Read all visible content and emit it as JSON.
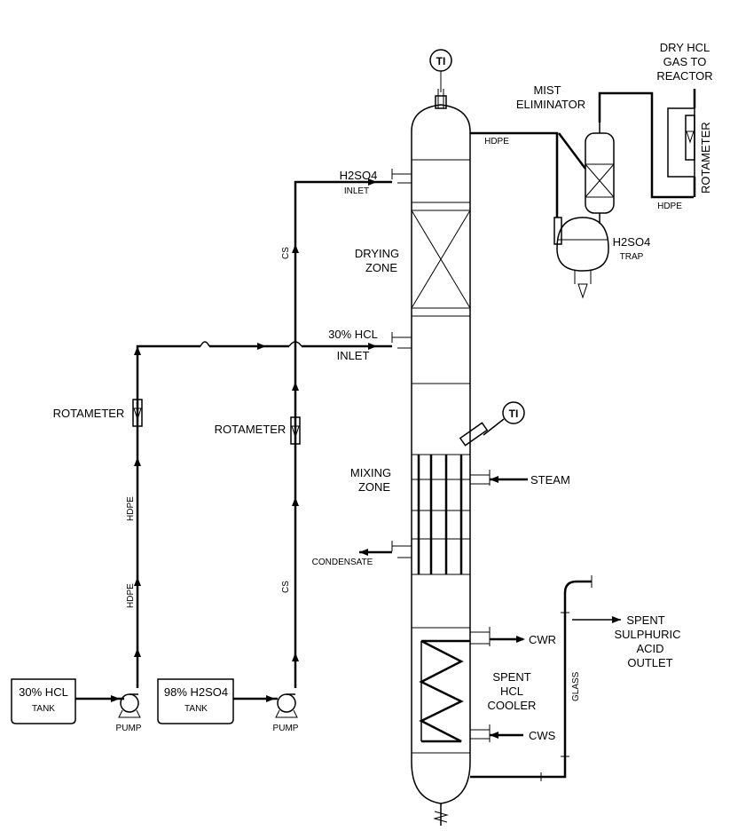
{
  "labels": {
    "ti_top": "TI",
    "ti_mid": "TI",
    "dry_gas_1": "DRY HCL",
    "dry_gas_2": "GAS TO",
    "dry_gas_3": "REACTOR",
    "mist_1": "MIST",
    "mist_2": "ELIMINATOR",
    "rotameter_right": "ROTAMETER",
    "hdpe_top": "HDPE",
    "hdpe_right": "HDPE",
    "h2so4_inlet_main": "H2SO4",
    "h2so4_inlet_sub": "INLET",
    "trap_main": "H2SO4",
    "trap_sub": "TRAP",
    "cs_upper": "CS",
    "cs_lower": "CS",
    "drying_1": "DRYING",
    "drying_2": "ZONE",
    "hcl_inlet_1": "30% HCL",
    "hcl_inlet_2": "INLET",
    "rotameter_left": "ROTAMETER",
    "rotameter_mid": "ROTAMETER",
    "mixing_1": "MIXING",
    "mixing_2": "ZONE",
    "steam": "STEAM",
    "condensate": "CONDENSATE",
    "hdpe_left_upper": "HDPE",
    "hdpe_left_lower": "HDPE",
    "spent_acid_1": "SPENT",
    "spent_acid_2": "SULPHURIC",
    "spent_acid_3": "ACID",
    "spent_acid_4": "OUTLET",
    "cwr": "CWR",
    "cws": "CWS",
    "cooler_1": "SPENT",
    "cooler_2": "HCL",
    "cooler_3": "COOLER",
    "glass": "GLASS",
    "tank_hcl_1": "30% HCL",
    "tank_hcl_2": "TANK",
    "tank_h2so4_1": "98% H2SO4",
    "tank_h2so4_2": "TANK",
    "pump_1": "PUMP",
    "pump_2": "PUMP"
  }
}
